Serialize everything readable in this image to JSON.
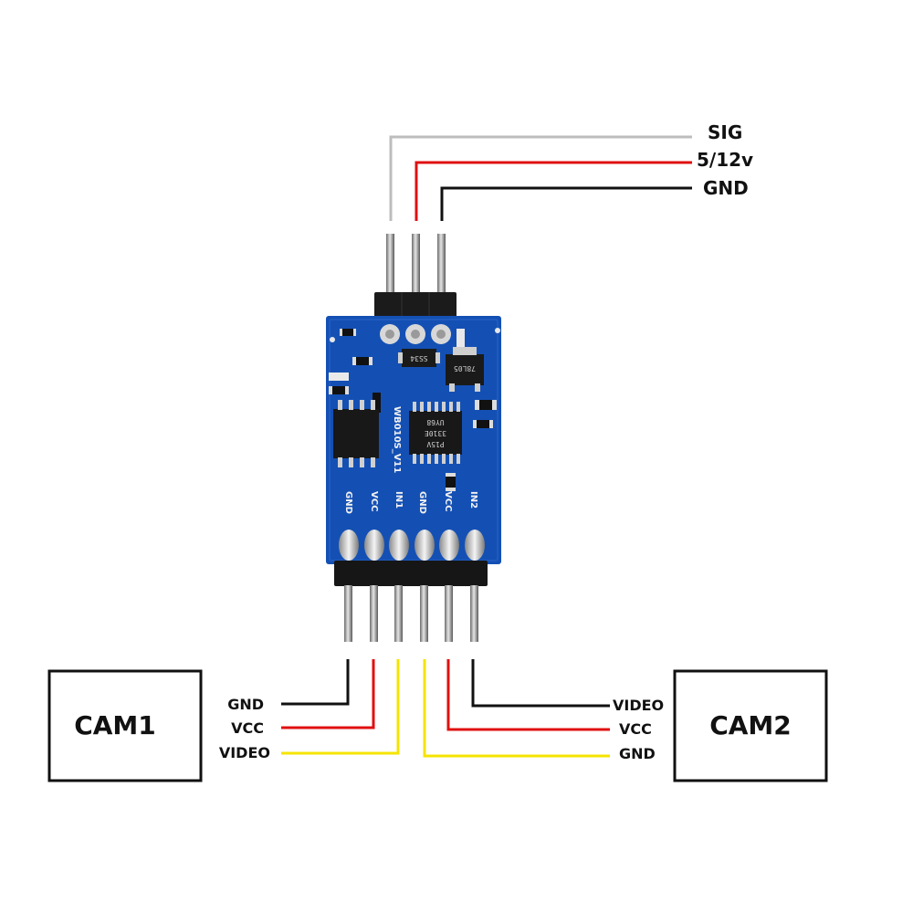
{
  "colors": {
    "sig": "#bdbdbd",
    "power": "#e01010",
    "ground": "#111111",
    "video": "#f5e400",
    "pcb": "#1450b4"
  },
  "top_labels": {
    "sig": "SIG",
    "power": "5/12v",
    "gnd": "GND"
  },
  "pcb": {
    "board_name": "WB010S_V11",
    "pins": [
      "GND",
      "VCC",
      "IN1",
      "GND",
      "VCC",
      "IN2"
    ],
    "chip_text_1": "P15V",
    "chip_text_2": "3310E",
    "chip_text_3": "UY68",
    "regulator": "78L05",
    "diode": "SS34"
  },
  "cam1": {
    "title": "CAM1",
    "labels": {
      "gnd": "GND",
      "vcc": "VCC",
      "video": "VIDEO"
    }
  },
  "cam2": {
    "title": "CAM2",
    "labels": {
      "video": "VIDEO",
      "vcc": "VCC",
      "gnd": "GND"
    }
  }
}
